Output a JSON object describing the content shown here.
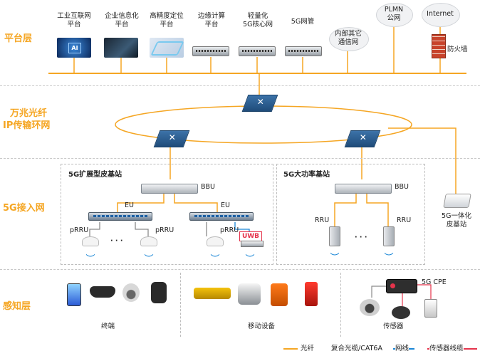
{
  "layers": {
    "platform": "平台层",
    "transport_line1": "万兆光纤",
    "transport_line2": "IP传输环网",
    "access": "5G接入网",
    "perception": "感知层"
  },
  "platform_items": [
    {
      "line1": "工业互联网",
      "line2": "平台"
    },
    {
      "line1": "企业信息化",
      "line2": "平台"
    },
    {
      "line1": "高精度定位",
      "line2": "平台"
    },
    {
      "line1": "边缘计算",
      "line2": "平台"
    },
    {
      "line1": "轻量化",
      "line2": "5G核心网"
    },
    {
      "line1": "5G网管",
      "line2": ""
    }
  ],
  "ai_badge": "AI",
  "clouds": [
    {
      "line1": "内部其它",
      "line2": "通信网"
    },
    {
      "line1": "PLMN",
      "line2": "公网"
    },
    {
      "line1": "Internet",
      "line2": ""
    }
  ],
  "firewall": "防火墙",
  "access": {
    "ext_station_title": "5G扩展型皮基站",
    "high_power_title": "5G大功率基站",
    "bbu": "BBU",
    "eu": "EU",
    "prru": "pRRU",
    "rru": "RRU",
    "dots": "· · ·",
    "uwb": "UWB",
    "integrated_line1": "5G一体化",
    "integrated_line2": "皮基站"
  },
  "perception": {
    "terminals": "终端",
    "mobile": "移动设备",
    "sensors": "传感器",
    "cpe": "5G CPE"
  },
  "legend": [
    {
      "label": "光纤",
      "color": "#f5a623"
    },
    {
      "label": "复合光缆/CAT6A",
      "color": "#8a8a8a"
    },
    {
      "label": "网线",
      "color": "#1a86d6"
    },
    {
      "label": "传感器线缆",
      "color": "#e5334b"
    }
  ]
}
